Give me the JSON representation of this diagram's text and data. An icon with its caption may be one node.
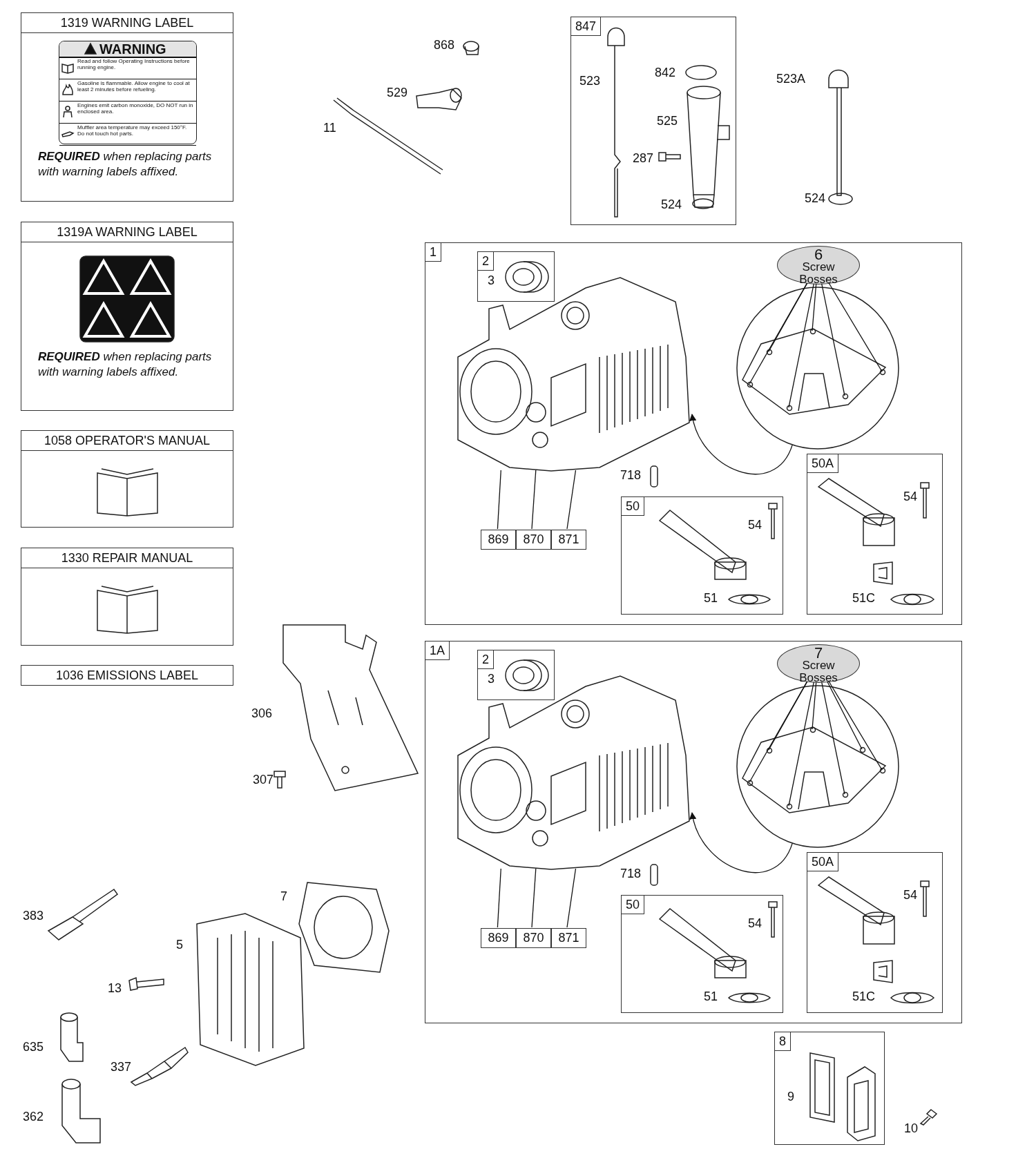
{
  "diagram": {
    "nodes": [
      {
        "text": [
          "1319 WARNING LABEL",
          "**REQUIRED** when replacing parts with warning labels affixed."
        ]
      },
      {
        "text": [
          "WARNING",
          "Read and follow Operating Instructions before running engine.",
          "Gasoline is flammable. Allow engine to cool at least 2 minutes before refueling.",
          "Engines emit carbon monoxide, DO NOT run in enclosed area.",
          "Muffler area temperature may exceed 150°F.  Do not touch hot parts."
        ],
        "in": 0
      },
      {
        "text": [
          "1319A WARNING LABEL",
          "**REQUIRED** when replacing parts with warning labels affixed."
        ]
      },
      {
        "text": [
          "1058 OPERATOR'S MANUAL"
        ]
      },
      {
        "text": [
          "1330 REPAIR MANUAL"
        ]
      },
      {
        "text": [
          "1036 EMISSIONS LABEL"
        ]
      },
      {
        "text": [
          "847"
        ]
      },
      {
        "text": [
          "1"
        ]
      },
      {
        "text": [
          "2"
        ],
        "in": 7
      },
      {
        "text": [],
        "shape": "picture",
        "in": 7
      },
      {
        "text": [
          "869"
        ],
        "in": 7
      },
      {
        "text": [
          "870"
        ],
        "in": 7
      },
      {
        "text": [
          "871"
        ],
        "in": 7
      },
      {
        "text": [],
        "shape": "picture",
        "in": 7
      },
      {
        "text": [
          "6",
          "Screw Bosses"
        ],
        "in": 7
      },
      {
        "text": [
          "50"
        ],
        "in": 7
      },
      {
        "text": [
          "50A"
        ],
        "in": 7
      },
      {
        "text": [
          "1A"
        ]
      },
      {
        "text": [
          "2"
        ],
        "in": 17
      },
      {
        "text": [],
        "shape": "picture",
        "in": 17
      },
      {
        "text": [
          "869"
        ],
        "in": 17
      },
      {
        "text": [
          "870"
        ],
        "in": 17
      },
      {
        "text": [
          "871"
        ],
        "in": 17
      },
      {
        "text": [],
        "shape": "picture",
        "in": 17
      },
      {
        "text": [
          "7",
          "Screw Bosses"
        ],
        "in": 17
      },
      {
        "text": [
          "50"
        ],
        "in": 17
      },
      {
        "text": [
          "50A"
        ],
        "in": 17
      },
      {
        "text": [
          "8"
        ]
      }
    ],
    "edges": [
      {
        "from": 10,
        "to": 9,
        "arrow": "none"
      },
      {
        "from": 11,
        "to": 9,
        "arrow": "none"
      },
      {
        "from": 12,
        "to": 9,
        "arrow": "none"
      },
      {
        "from": 13,
        "to": 9,
        "arrow": "to"
      },
      {
        "from": 14,
        "to": 13,
        "arrow": "none"
      },
      {
        "from": 14,
        "to": 13,
        "arrow": "none"
      },
      {
        "from": 14,
        "to": 13,
        "arrow": "none"
      },
      {
        "from": 14,
        "to": 13,
        "arrow": "none"
      },
      {
        "from": 14,
        "to": 13,
        "arrow": "none"
      },
      {
        "from": 14,
        "to": 13,
        "arrow": "none"
      },
      {
        "from": 20,
        "to": 19,
        "arrow": "none"
      },
      {
        "from": 21,
        "to": 19,
        "arrow": "none"
      },
      {
        "from": 22,
        "to": 19,
        "arrow": "none"
      },
      {
        "from": 23,
        "to": 19,
        "arrow": "to"
      },
      {
        "from": 24,
        "to": 23,
        "arrow": "none"
      },
      {
        "from": 24,
        "to": 23,
        "arrow": "none"
      },
      {
        "from": 24,
        "to": 23,
        "arrow": "none"
      },
      {
        "from": 24,
        "to": 23,
        "arrow": "none"
      },
      {
        "from": 24,
        "to": 23,
        "arrow": "none"
      },
      {
        "from": 24,
        "to": 23,
        "arrow": "none"
      },
      {
        "from": 24,
        "to": 23,
        "arrow": "none"
      }
    ],
    "labels": [
      "868",
      "529",
      "11",
      "523",
      "842",
      "525",
      "287",
      "524",
      "523A",
      "524",
      "3",
      "718",
      "54",
      "51",
      "54",
      "51C",
      "306",
      "307",
      "3",
      "718",
      "54",
      "51",
      "54",
      "51C",
      "383",
      "7",
      "5",
      "13",
      "635",
      "337",
      "362",
      "9",
      "10"
    ]
  }
}
